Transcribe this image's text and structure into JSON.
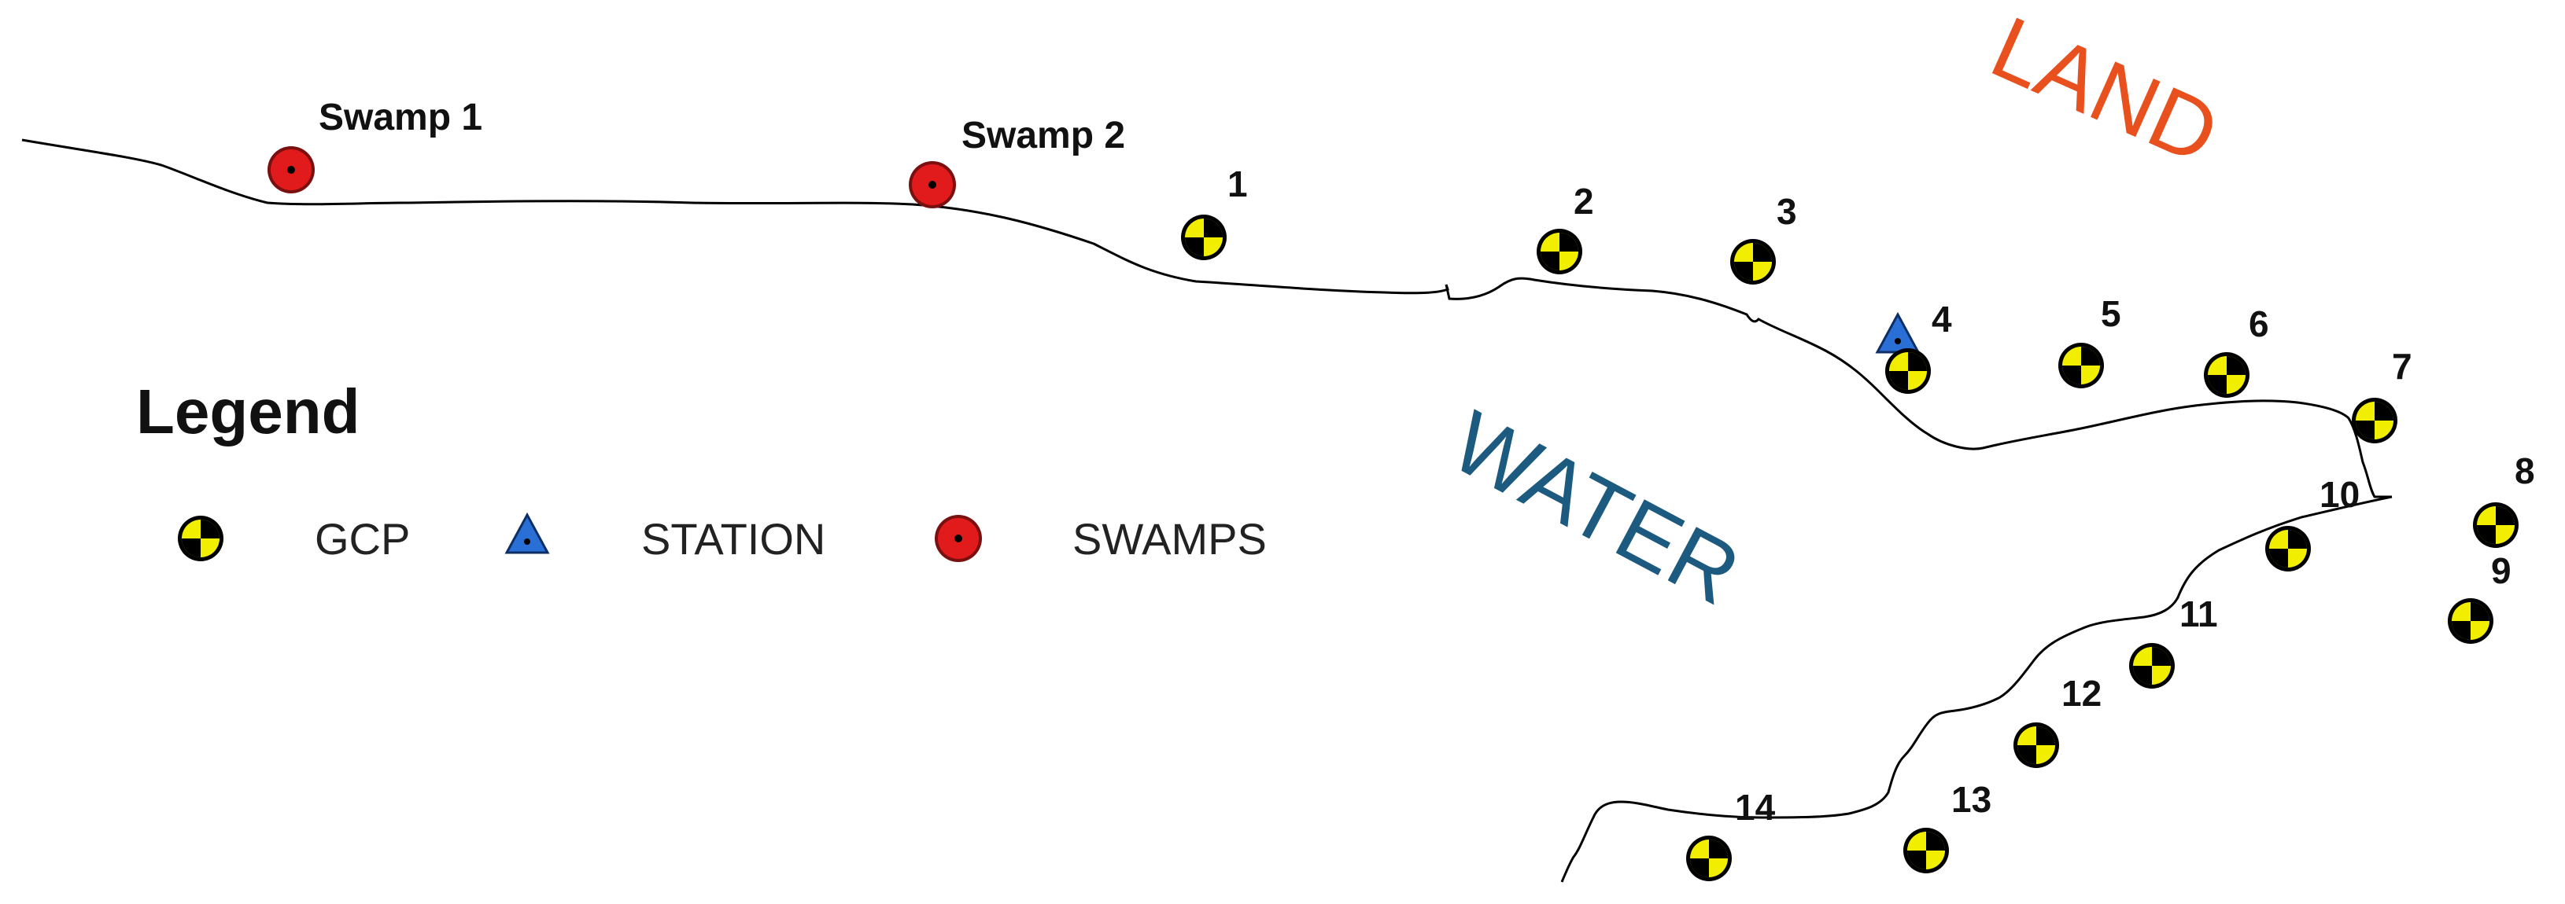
{
  "map": {
    "region_labels": {
      "land": "LAND",
      "water": "WATER"
    },
    "legend": {
      "title": "Legend",
      "items": [
        {
          "symbol": "gcp-icon",
          "label": "GCP"
        },
        {
          "symbol": "station-icon",
          "label": "STATION"
        },
        {
          "symbol": "swamp-icon",
          "label": "SWAMPS"
        }
      ]
    },
    "swamps": [
      {
        "label": "Swamp 1"
      },
      {
        "label": "Swamp 2"
      }
    ],
    "gcps": [
      {
        "label": "1"
      },
      {
        "label": "2"
      },
      {
        "label": "3"
      },
      {
        "label": "4"
      },
      {
        "label": "5"
      },
      {
        "label": "6"
      },
      {
        "label": "7"
      },
      {
        "label": "8"
      },
      {
        "label": "9"
      },
      {
        "label": "10"
      },
      {
        "label": "11"
      },
      {
        "label": "12"
      },
      {
        "label": "13"
      },
      {
        "label": "14"
      }
    ],
    "station": {
      "symbol": "station-icon"
    },
    "colors": {
      "gcp_yellow": "#f2ee00",
      "gcp_black": "#000000",
      "swamp_red": "#e11b1b",
      "station_blue": "#2a6fd6",
      "land_label": "#e8501e",
      "water_label": "#1d5a80",
      "shoreline": "#000000"
    }
  }
}
